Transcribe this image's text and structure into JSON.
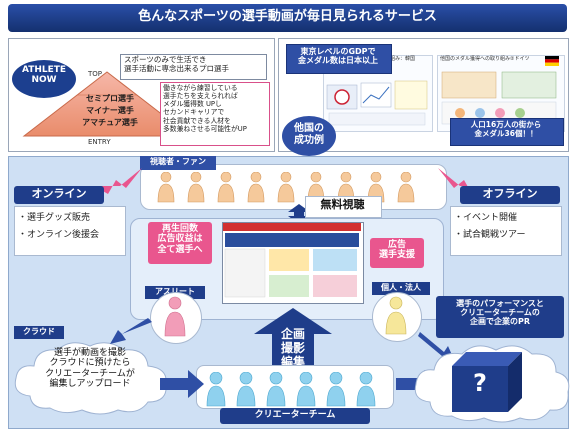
{
  "title": "色んなスポーツの選手動画が毎日見られるサービス",
  "colors": {
    "navy": "#1f3d8a",
    "blue_bg": "#cfe0f4",
    "pink": "#e9568e",
    "orange": "#f2a25b",
    "cyan": "#2fa8d8",
    "yellow_box": "#fff9c4"
  },
  "pyramid": {
    "badge": "ATHLETE\nNOW",
    "top": "TOP",
    "entry": "ENTRY",
    "levels": [
      "セミプロ選手",
      "マイナー選手",
      "アマチュア選手"
    ],
    "note_top": "スポーツのみで生活でき\n選手活動に専念出来るプロ選手",
    "note_bottom": "働きながら練習している\n選手たちを支えられれば\nメダル獲得数 UPし\nセカンドキャリアで\n社会貢献できる人材を\n多数兼ねさせる可能性がUP"
  },
  "success": {
    "label": "他国の\n成功例",
    "gdp_note": "東京レベルのGDPで\n金メダル数は日本以上",
    "pop_note": "人口16万人の街から\n金メダル36個！！",
    "doc1_title": "他国のメダル数の取り組み：韓国",
    "doc2_title": "他国のメダル獲得への取り組み②ドイツ"
  },
  "viewers_label": "視聴者・ファン",
  "online": {
    "title": "オンライン",
    "items": [
      "・選手グッズ販売",
      "・オンライン後援会"
    ]
  },
  "offline": {
    "title": "オフライン",
    "items": [
      "・イベント開催",
      "・試合観戦ツアー"
    ]
  },
  "free_view": "無料視聴",
  "revenue_note": "再生回数\n広告収益は\n全て選手へ",
  "ad_note": "広告\n選手支援",
  "athlete_label": "アスリート",
  "individual_label": "個人・法人",
  "planning": "企画\n撮影\n編集",
  "cloud_label": "クラウド",
  "cloud_text": "選手が動画を撮影\nクラウドに預けたら\nクリエーターチームが\n編集しアップロード",
  "creator_label": "クリエーターチーム",
  "pr_text": "選手のパフォーマンスと\nクリエーターチームの\n企画で企業のPR",
  "question": "?"
}
